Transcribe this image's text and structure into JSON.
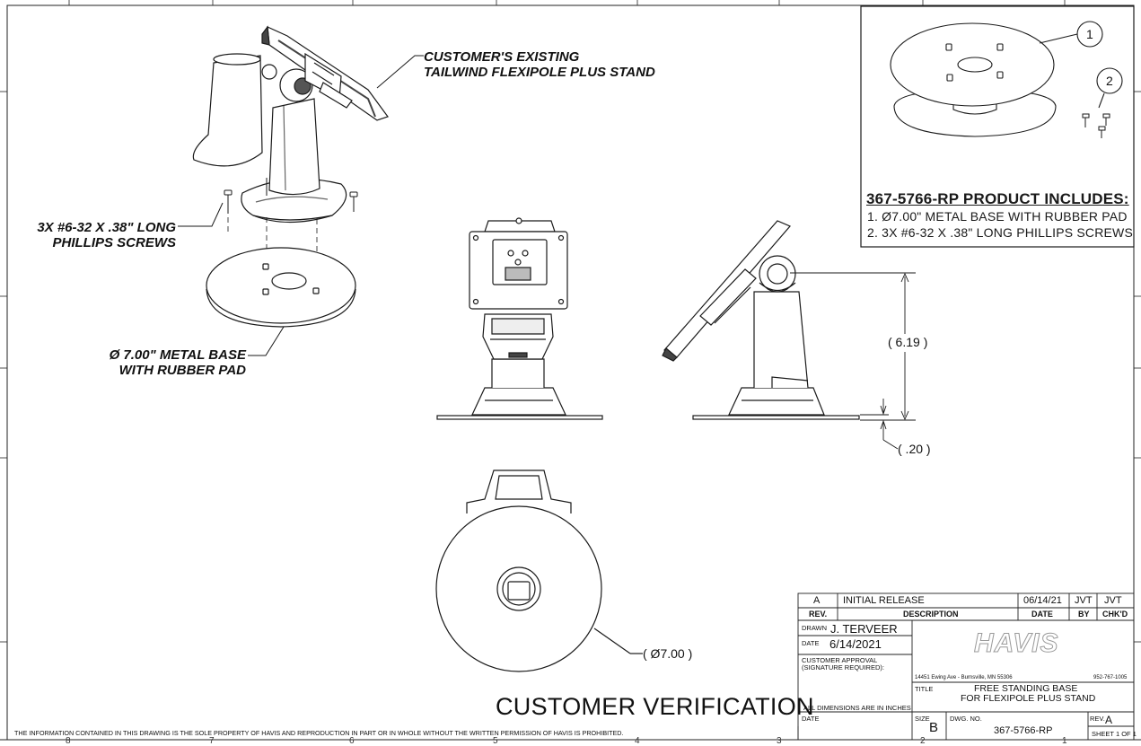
{
  "callouts": {
    "existing_stand_line1": "CUSTOMER'S EXISTING",
    "existing_stand_line2": "TAILWIND FLEXIPOLE PLUS STAND",
    "screws_line1": "3X #6-32 X .38\" LONG",
    "screws_line2": "PHILLIPS SCREWS",
    "base_line1": "Ø 7.00\" METAL BASE",
    "base_line2": "WITH RUBBER PAD"
  },
  "dimensions": {
    "height": "( 6.19 )",
    "pad": "( .20 )",
    "diameter": "( Ø7.00 )"
  },
  "balloons": [
    "1",
    "2"
  ],
  "includes": {
    "title": "367-5766-RP PRODUCT INCLUDES:",
    "items": [
      "1.  Ø7.00\" METAL BASE WITH RUBBER PAD",
      "2. 3X #6-32 X .38\" LONG PHILLIPS SCREWS"
    ]
  },
  "verification_text": "CUSTOMER VERIFICATION",
  "footer_note": "THE INFORMATION CONTAINED IN THIS DRAWING IS THE SOLE PROPERTY OF HAVIS AND REPRODUCTION IN PART OR IN WHOLE WITHOUT THE WRITTEN PERMISSION OF HAVIS IS PROHIBITED.",
  "border_zones": {
    "bottom": [
      "8",
      "7",
      "6",
      "5",
      "4",
      "3",
      "2",
      "1"
    ]
  },
  "revision_block": {
    "rev": "A",
    "description": "INITIAL RELEASE",
    "date": "06/14/21",
    "by": "JVT",
    "chkd": "JVT",
    "headers": {
      "rev": "REV.",
      "description": "DESCRIPTION",
      "date": "DATE",
      "by": "BY",
      "chkd": "CHK'D"
    }
  },
  "title_block": {
    "drawn_label": "DRAWN",
    "drawn_value": "J. TERVEER",
    "date_label": "DATE",
    "date_value": "6/14/2021",
    "approval_label_1": "CUSTOMER APPROVAL",
    "approval_label_2": "(SIGNATURE REQUIRED):",
    "dimensions_note": "ALL DIMENSIONS ARE IN INCHES",
    "date2_label": "DATE",
    "logo": "HAVIS",
    "address": "14451 Ewing Ave - Burnsville, MN 55306",
    "phone": "952-767-1005",
    "title_label": "TITLE",
    "title_line1": "FREE STANDING BASE",
    "title_line2": "FOR FLEXIPOLE PLUS STAND",
    "size_label": "SIZE",
    "size_value": "B",
    "dwg_label": "DWG.  NO.",
    "dwg_value": "367-5766-RP",
    "rev_label": "REV.",
    "rev_value": "A",
    "sheet": "SHEET 1 OF 1"
  },
  "colors": {
    "line": "#1a1a1a",
    "light_line": "#8a8a8a",
    "logo_outline": "#9a9a9a"
  }
}
